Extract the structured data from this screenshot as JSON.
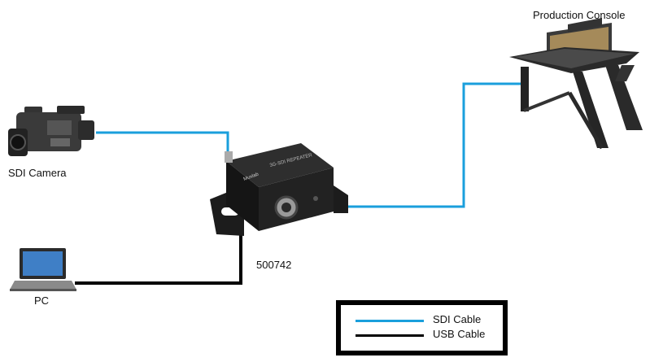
{
  "labels": {
    "console": "Production Console",
    "camera": "SDI Camera",
    "pc": "PC",
    "device": "500742",
    "device_brand": "Muxlab",
    "device_model": "3G-SDI REPEATER"
  },
  "legend": {
    "items": [
      {
        "label": "SDI Cable",
        "color": "#1a9fdc"
      },
      {
        "label": "USB Cable",
        "color": "#000000"
      }
    ]
  },
  "colors": {
    "sdi_cable": "#1a9fdc",
    "usb_cable": "#000000",
    "device_body": "#1e1e1e",
    "console_frame": "#2a2a2a"
  },
  "icons": [
    "camera-icon",
    "laptop-icon",
    "repeater-device-icon",
    "production-console-icon"
  ]
}
